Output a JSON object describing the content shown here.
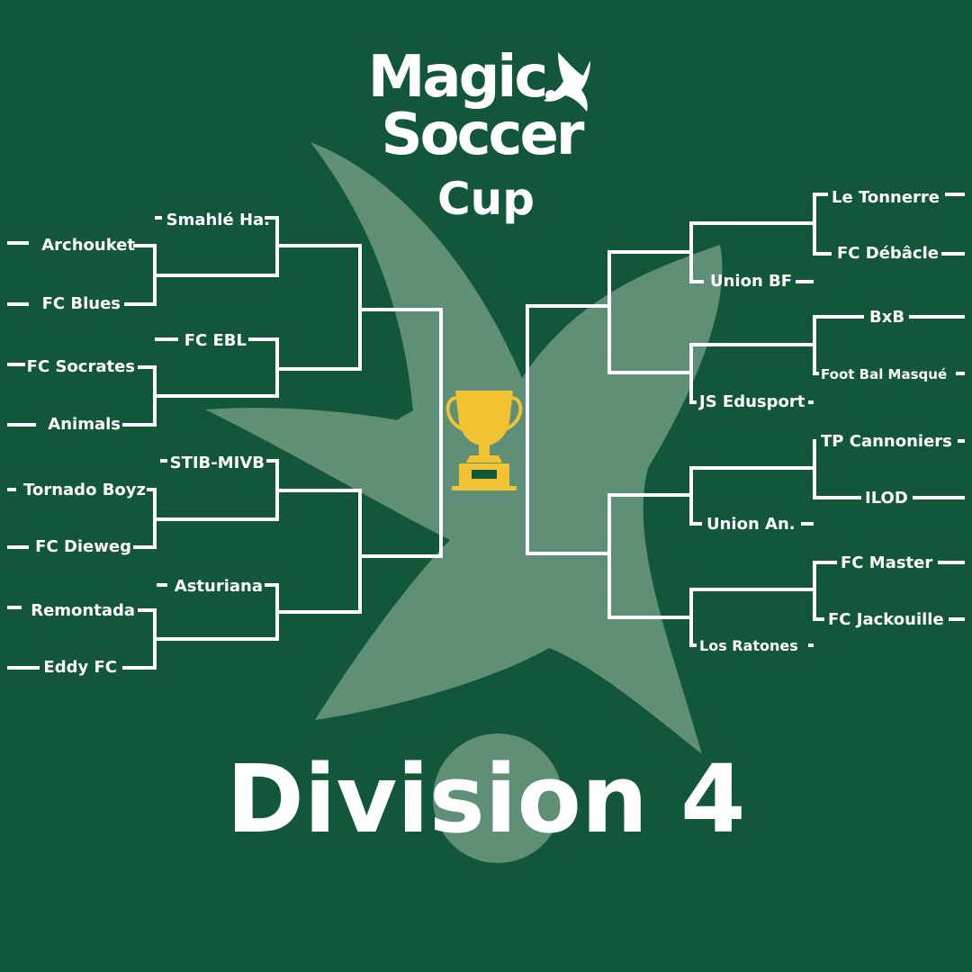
{
  "title": {
    "logo_line1": "Magic",
    "logo_line2": "Soccer",
    "cup": "Cup",
    "division": "Division 4"
  },
  "colors": {
    "background": "#13573a",
    "watermark": "#5f8f77",
    "lines": "#ffffff",
    "trophy": "#f1c232"
  },
  "bracket": {
    "left_round1": [
      "Archouket",
      "FC Blues",
      "FC Socrates",
      "Animals",
      "Tornado Boyz",
      "FC Dieweg",
      "Remontada",
      "Eddy FC"
    ],
    "left_round2": [
      "Smahlé Ha.",
      "FC EBL",
      "STIB-MIVB",
      "Asturiana"
    ],
    "right_round1": [
      "Le Tonnerre",
      "FC Débâcle",
      "BxB",
      "Foot Bal Masqué",
      "TP Cannoniers",
      "ILOD",
      "FC Master",
      "FC Jackouille"
    ],
    "right_round2": [
      "Union BF",
      "JS Edusport",
      "Union An.",
      "Los Ratones"
    ]
  },
  "icons": {
    "center": "trophy-icon",
    "logo": "soccer-player-icon",
    "background": "soccer-player-silhouette-icon"
  }
}
